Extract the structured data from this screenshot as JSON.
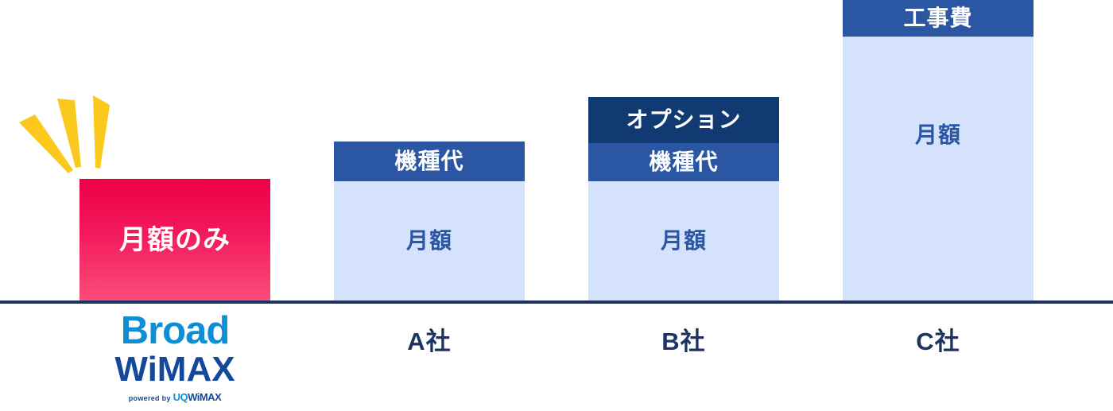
{
  "chart_data": {
    "type": "bar",
    "title": "",
    "subtitle": "",
    "xlabel": "",
    "ylabel": "",
    "stacked": true,
    "grid": false,
    "legend_position": "none",
    "axis": {
      "baseline_color": "#1C3463",
      "baseline_visible": true
    },
    "categories": [
      "Broad WiMAX",
      "A社",
      "B社",
      "C社"
    ],
    "series": [
      {
        "name": "月額のみ",
        "values": [
          153,
          0,
          0,
          0
        ]
      },
      {
        "name": "月額",
        "values": [
          0,
          150,
          150,
          332
        ]
      },
      {
        "name": "機種代",
        "values": [
          0,
          50,
          48,
          0
        ]
      },
      {
        "name": "オプション",
        "values": [
          0,
          0,
          58,
          0
        ]
      },
      {
        "name": "工事費",
        "values": [
          0,
          0,
          0,
          46
        ]
      }
    ],
    "totals": [
      153,
      200,
      256,
      378
    ],
    "colors": {
      "monthly_only": "#ED0046",
      "monthly_only_bottom": "#FA4D7A",
      "monthly": "#D4E3FB",
      "device_fee": "#2B56A4",
      "option": "#123A72",
      "construction_fee": "#2B56A4",
      "label_navy": "#1C3463",
      "burst_yellow": "#FBC81E"
    }
  },
  "bars": {
    "broad": {
      "category": "Broad WiMAX",
      "segments": [
        {
          "key": "monthly_only",
          "label": "月額のみ"
        }
      ]
    },
    "a": {
      "category": "A社",
      "segments": [
        {
          "key": "device_fee",
          "label": "機種代"
        },
        {
          "key": "monthly",
          "label": "月額"
        }
      ]
    },
    "b": {
      "category": "B社",
      "segments": [
        {
          "key": "option",
          "label": "オプション"
        },
        {
          "key": "device_fee",
          "label": "機種代"
        },
        {
          "key": "monthly",
          "label": "月額"
        }
      ]
    },
    "c": {
      "category": "C社",
      "segments": [
        {
          "key": "construction_fee",
          "label": "工事費"
        },
        {
          "key": "monthly",
          "label": "月額"
        }
      ]
    }
  },
  "logo": {
    "line1": "Broad",
    "line2": "WiMAX",
    "powered_prefix": "powered by",
    "powered_uq": "UQ",
    "powered_wimax": "WiMAX"
  },
  "decoration": {
    "burst_name": "emphasis-burst-icon",
    "burst_ray_count": 3
  }
}
